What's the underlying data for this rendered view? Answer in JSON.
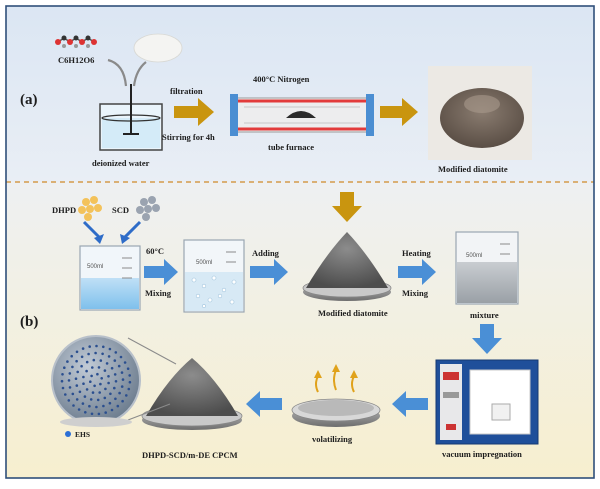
{
  "colors": {
    "top_bg": "#dfe8f4",
    "bottom_bg": "#f5efd6",
    "arrow_gold": "#c9950f",
    "arrow_blue": "#4a8fd6",
    "border": "#2f4f7a",
    "divider": "#d08a2a",
    "furnace_red": "#e23b3b",
    "furnace_cap": "#4b8ed2"
  },
  "icons": {
    "molecule": "glucose-molecule-icon",
    "powder": "white-powder-icon",
    "beaker": "beaker-icon",
    "furnace": "tube-furnace-icon",
    "pile": "powder-pile-icon",
    "oven": "vacuum-oven-icon",
    "vapor": "vapor-arrow-icon",
    "sphere": "porous-sphere-icon"
  },
  "panel_a": {
    "label": "(a)",
    "formula": "C6H12O6",
    "solvent": "deionized water",
    "step_filtration": "filtration",
    "step_stirring": "Stirring for 4h",
    "furnace_condition": "400°C  Nitrogen",
    "furnace_name": "tube furnace",
    "product": "Modified diatomite"
  },
  "panel_b": {
    "label": "(b)",
    "reagent_1": "DHPD",
    "reagent_2": "SCD",
    "temp": "60°C",
    "mixing_1": "Mixing",
    "adding": "Adding",
    "heating": "Heating",
    "mixing_2": "Mixing",
    "diatomite": "Modified diatomite",
    "mixture": "mixture",
    "beaker_mark": "500ml",
    "vacuum": "vacuum impregnation",
    "volatilizing": "volatilizing",
    "final_product": "DHPD-SCD/m-DE CPCM",
    "ehs": "EHS"
  }
}
